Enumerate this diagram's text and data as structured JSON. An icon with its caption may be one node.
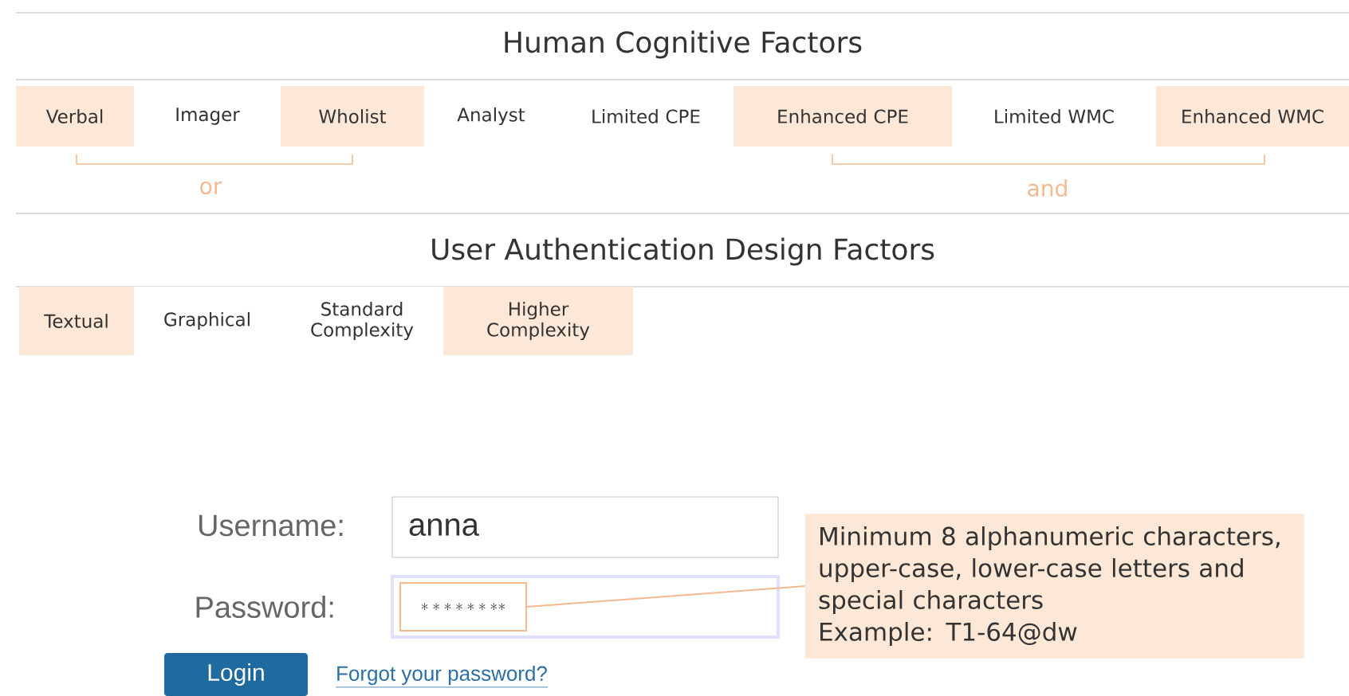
{
  "diagram": {
    "nodes": [
      {
        "text": [
          "Verbal"
        ]
      },
      {
        "text": [
          "Imager"
        ]
      },
      {
        "text": [
          "Wholist"
        ]
      },
      {
        "text": [
          "Analyst"
        ]
      },
      {
        "text": [
          "Limited CPE"
        ]
      },
      {
        "text": [
          "Enhanced CPE"
        ]
      },
      {
        "text": [
          "Limited WMC"
        ]
      },
      {
        "text": [
          "Enhanced WMC"
        ]
      },
      {
        "text": [
          "Textual"
        ]
      },
      {
        "text": [
          "Graphical"
        ]
      },
      {
        "text": [
          "Standard Complexity"
        ]
      },
      {
        "text": [
          "Higher Complexity"
        ]
      },
      {
        "text": [
          "anna"
        ]
      },
      {
        "text": [],
        "shape": "box"
      },
      {
        "text": [
          "********"
        ],
        "in": 13
      },
      {
        "text": [
          "Minimum 8 alphanumeric characters, upper-case, lower-case letters and special characters",
          "Example: T1-64@dw"
        ]
      },
      {
        "text": [
          "Login"
        ]
      }
    ],
    "edges": [
      {
        "from": 14,
        "to": 15,
        "arrow": "none"
      }
    ],
    "labels": [
      "Human Cognitive Factors",
      "or",
      "and",
      "User Authentication Design Factors",
      "Username:",
      "Password:",
      "Forgot your password?"
    ]
  }
}
